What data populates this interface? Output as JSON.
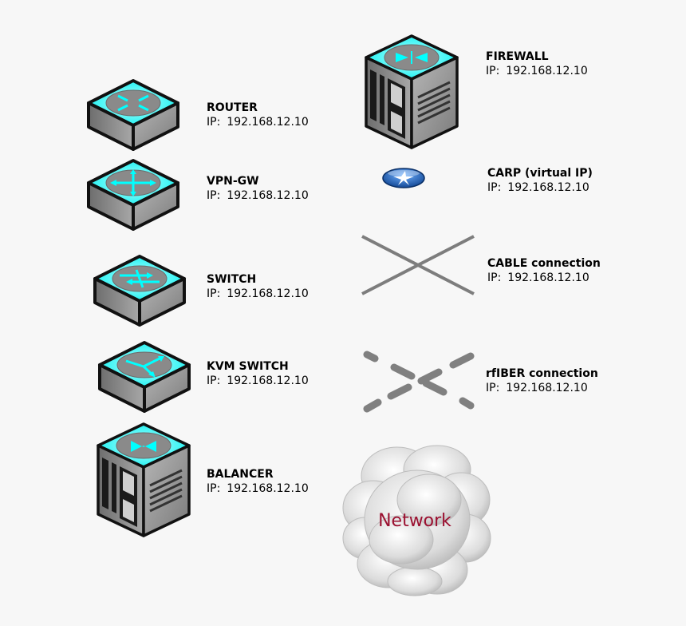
{
  "devices": [
    {
      "title": "ROUTER",
      "ip_label": "IP:",
      "ip": "192.168.12.10",
      "icon": "router-icon"
    },
    {
      "title": "VPN-GW",
      "ip_label": "IP:",
      "ip": "192.168.12.10",
      "icon": "vpn-gateway-icon"
    },
    {
      "title": "SWITCH",
      "ip_label": "IP:",
      "ip": "192.168.12.10",
      "icon": "switch-icon"
    },
    {
      "title": "KVM SWITCH",
      "ip_label": "IP:",
      "ip": "192.168.12.10",
      "icon": "kvm-switch-icon"
    },
    {
      "title": "BALANCER",
      "ip_label": "IP:",
      "ip": "192.168.12.10",
      "icon": "balancer-server-icon"
    },
    {
      "title": "FIREWALL",
      "ip_label": "IP:",
      "ip": "192.168.12.10",
      "icon": "firewall-server-icon"
    },
    {
      "title": "CARP (virtual IP)",
      "ip_label": "IP:",
      "ip": "192.168.12.10",
      "icon": "carp-icon"
    },
    {
      "title": "CABLE connection",
      "ip_label": "IP:",
      "ip": "192.168.12.10",
      "icon": "cable-connection-icon"
    },
    {
      "title": "rfIBER connection",
      "ip_label": "IP:",
      "ip": "192.168.12.10",
      "icon": "fiber-connection-icon"
    }
  ],
  "cloud": {
    "label": "Network",
    "icon": "network-cloud-icon"
  },
  "colors": {
    "cyan": "#00ffff",
    "gray": "#8c8c8c",
    "dark": "#1a1a1a",
    "label_red": "#9b1030",
    "carp_blue": "#1f5fb5"
  }
}
